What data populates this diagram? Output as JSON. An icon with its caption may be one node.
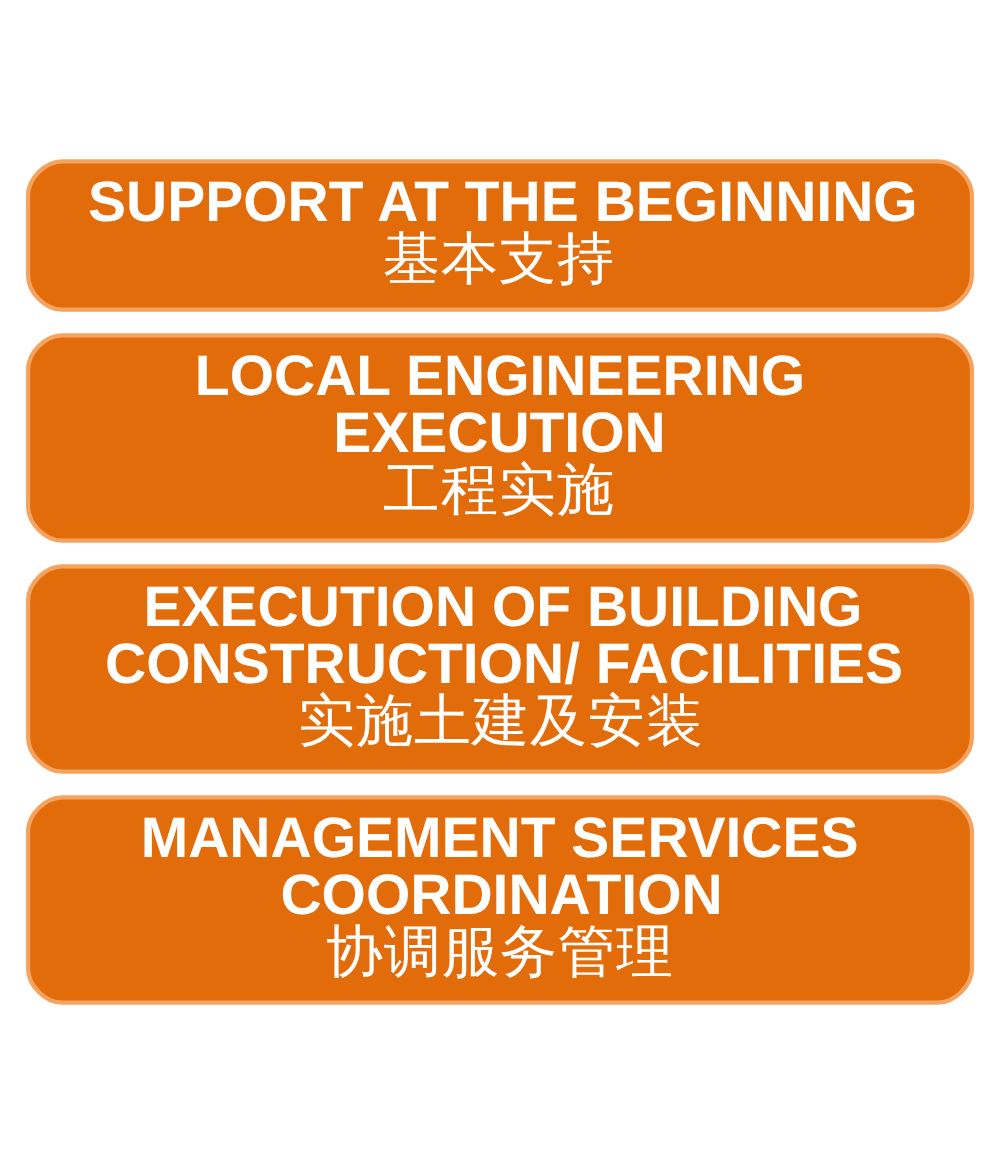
{
  "diagram": {
    "nodes": [
      {
        "text": [
          "SUPPORT AT THE BEGINNING",
          "基本支持"
        ]
      },
      {
        "text": [
          "LOCAL ENGINEERING EXECUTION",
          "工程实施"
        ]
      },
      {
        "text": [
          "EXECUTION OF BUILDING CONSTRUCTION/ FACILITIES",
          "实施土建及安装"
        ]
      },
      {
        "text": [
          "MANAGEMENT SERVICES COORDINATION",
          "协调服务管理"
        ]
      }
    ]
  }
}
